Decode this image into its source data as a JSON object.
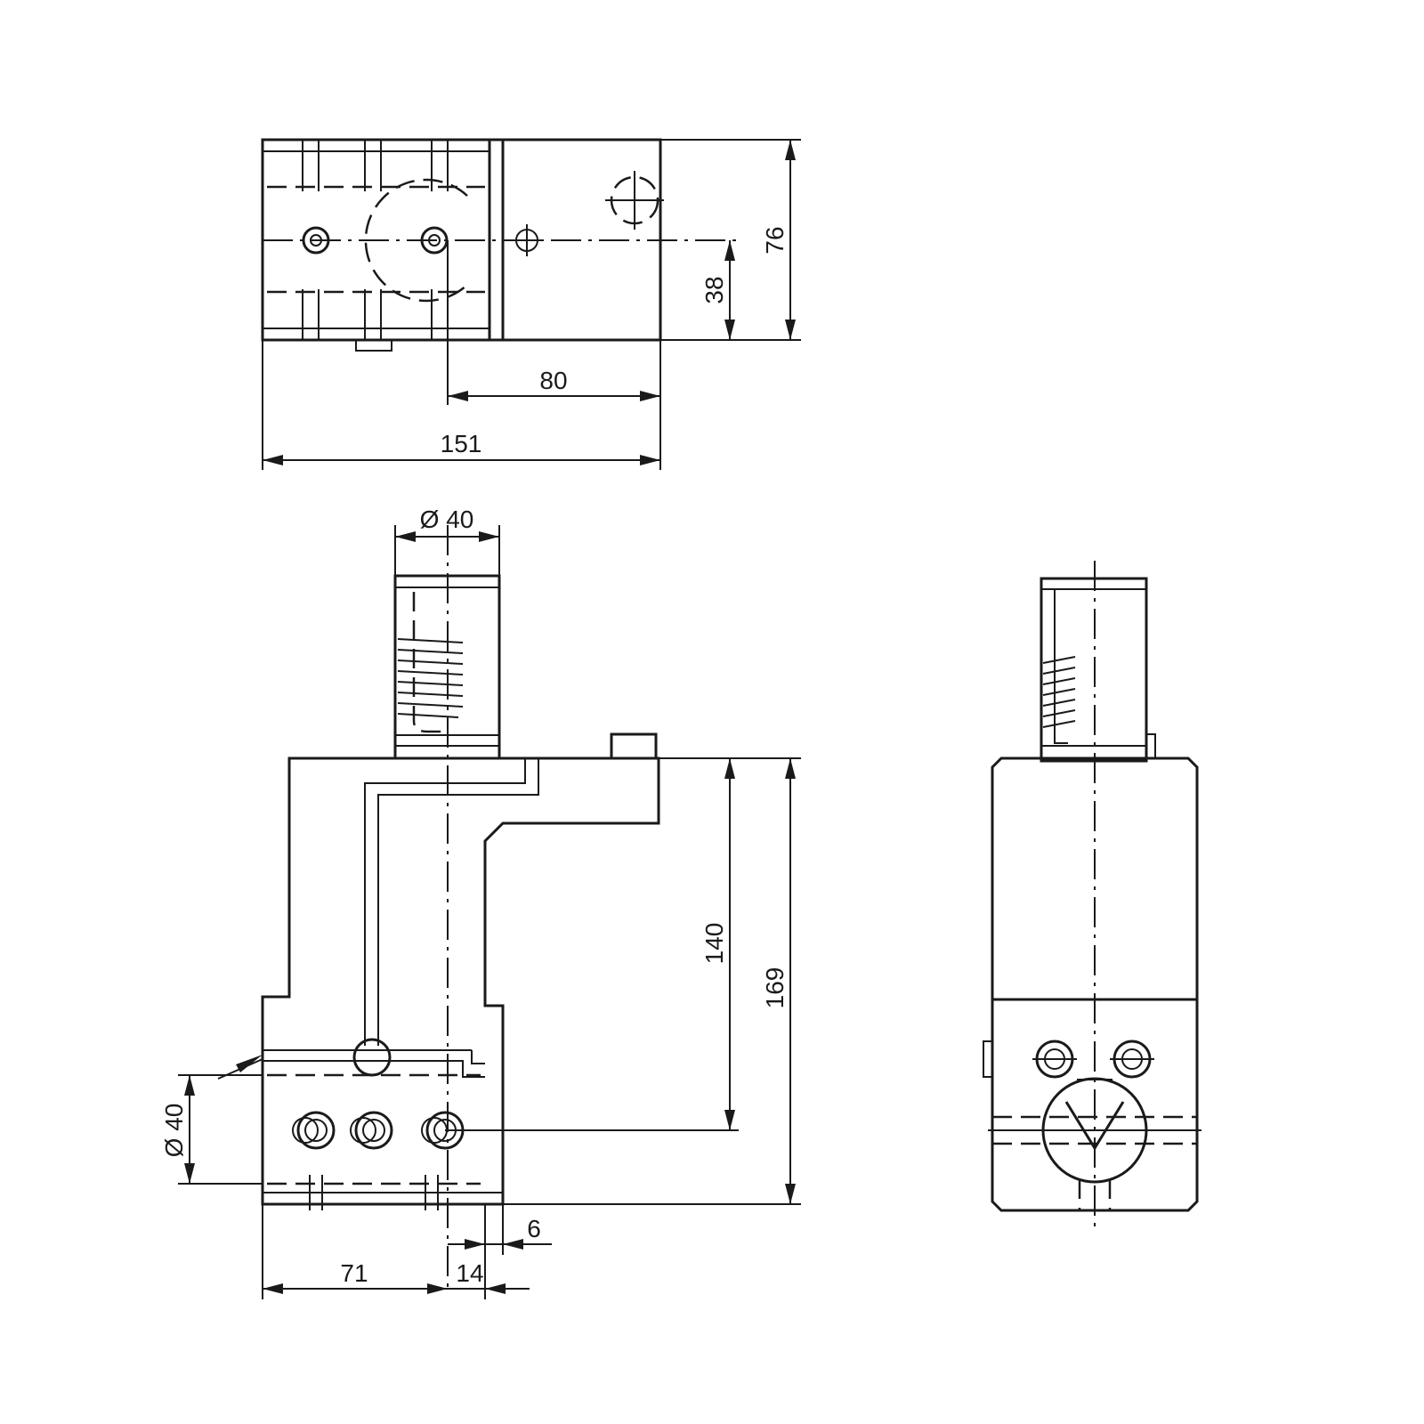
{
  "views": {
    "top": "top-view",
    "front": "front-view",
    "side": "side-view"
  },
  "dimensions": {
    "top_total_length": "151",
    "top_offset_length": "80",
    "top_total_height": "76",
    "top_center_height": "38",
    "shank_diameter": "Ø 40",
    "bore_diameter": "Ø 40",
    "center_height": "140",
    "total_height": "169",
    "base_length": "71",
    "offset_14": "14",
    "offset_6": "6"
  },
  "colors": {
    "line": "#1a1a1a",
    "background": "#ffffff"
  }
}
